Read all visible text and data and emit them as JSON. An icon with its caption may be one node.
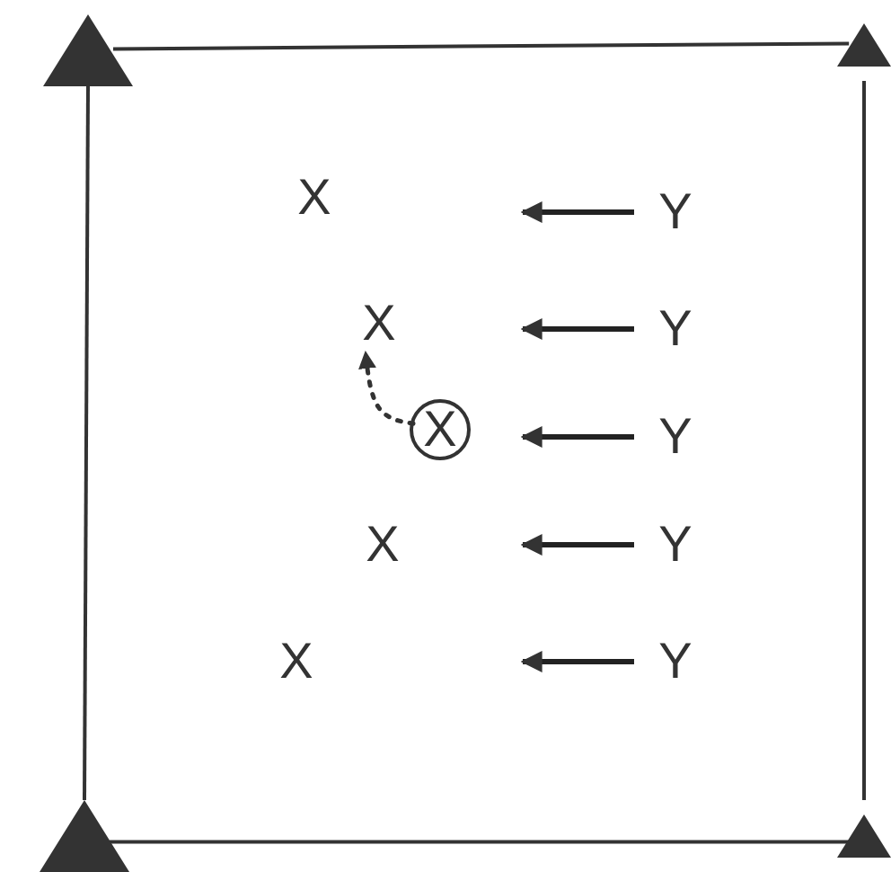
{
  "diagram": {
    "nodes": [
      {
        "text": [],
        "shape": "triangle"
      },
      {
        "text": [],
        "shape": "triangle"
      },
      {
        "text": [],
        "shape": "triangle"
      },
      {
        "text": [],
        "shape": "triangle"
      },
      {
        "text": [
          "X"
        ]
      },
      {
        "text": [
          "Y"
        ]
      },
      {
        "text": [
          "X"
        ]
      },
      {
        "text": [
          "Y"
        ]
      },
      {
        "text": [
          "X"
        ]
      },
      {
        "text": [
          "Y"
        ]
      },
      {
        "text": [
          "X"
        ]
      },
      {
        "text": [
          "Y"
        ]
      },
      {
        "text": [
          "X"
        ]
      },
      {
        "text": [
          "Y"
        ]
      }
    ],
    "edges": [
      {
        "from": 0,
        "to": 1,
        "arrow": "none"
      },
      {
        "from": 0,
        "to": 2,
        "arrow": "none"
      },
      {
        "from": 1,
        "to": 3,
        "arrow": "none"
      },
      {
        "from": 2,
        "to": 3,
        "arrow": "none"
      },
      {
        "from": 8,
        "to": 6,
        "arrow": "to",
        "style": "dashed"
      }
    ]
  }
}
